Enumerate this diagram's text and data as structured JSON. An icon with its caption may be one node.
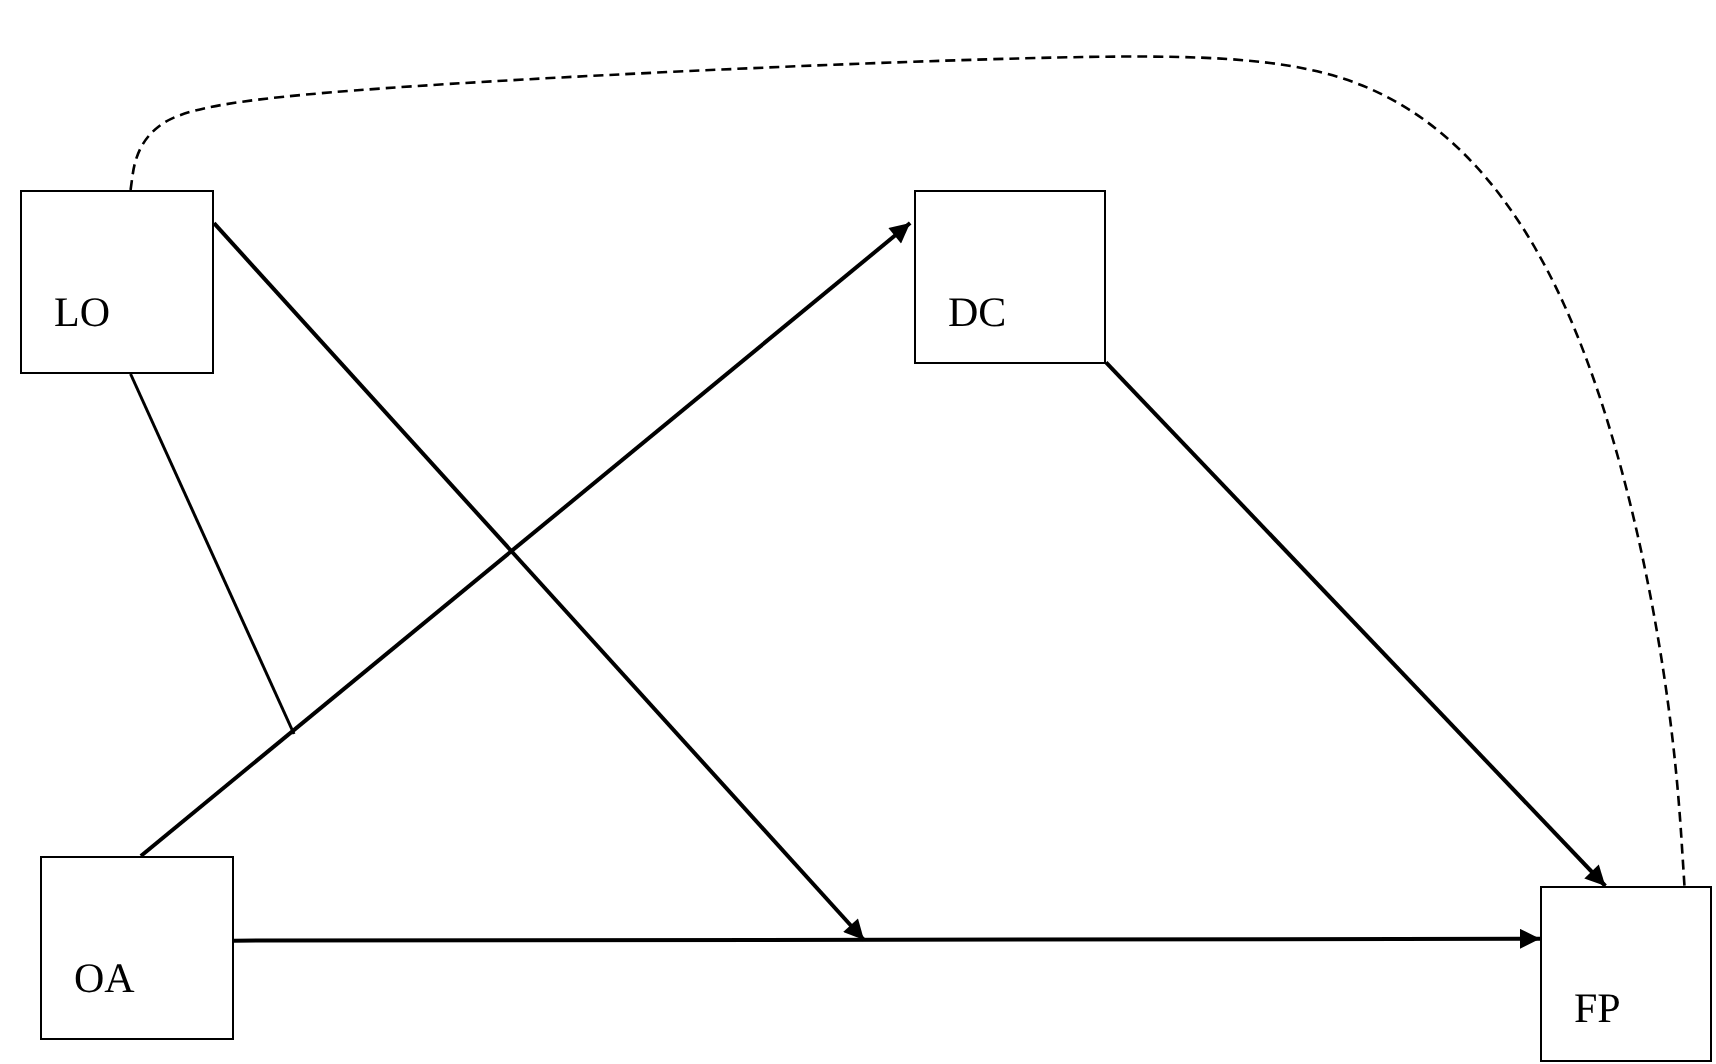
{
  "diagram": {
    "nodes": [
      {
        "text": [
          "LO"
        ]
      },
      {
        "text": [
          "DC"
        ]
      },
      {
        "text": [
          "OA"
        ]
      },
      {
        "text": [
          "FP"
        ]
      }
    ],
    "edges": [
      {
        "from": 0,
        "to": 3,
        "arrow": "none",
        "style": "dashed"
      },
      {
        "from": 0,
        "to": null,
        "arrow": "to"
      },
      {
        "from": 0,
        "to": null,
        "arrow": "none"
      },
      {
        "from": 2,
        "to": 1,
        "arrow": "to"
      },
      {
        "from": 1,
        "to": 3,
        "arrow": "to"
      },
      {
        "from": 2,
        "to": 3,
        "arrow": "to"
      }
    ]
  }
}
